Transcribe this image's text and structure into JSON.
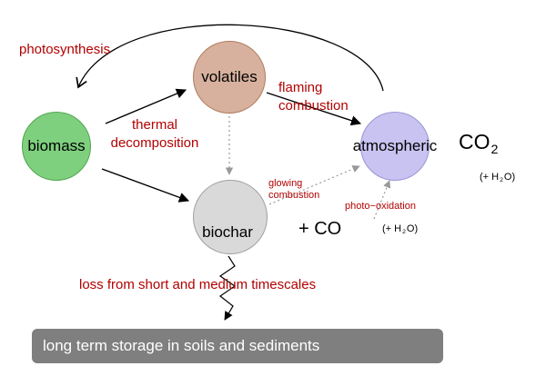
{
  "nodes": {
    "biomass": {
      "label": "biomass",
      "color": "#7ed07e"
    },
    "volatiles": {
      "label": "volatiles",
      "color": "#d7b19d"
    },
    "atmospheric": {
      "label": "atmospheric",
      "color": "#c8c3f0"
    },
    "biochar": {
      "label": "biochar",
      "color": "#d9d9d9"
    }
  },
  "formulas": {
    "co2": {
      "main": "CO",
      "sub": "2"
    },
    "h2o_atm": {
      "pre": "(+ H",
      "sub": "2",
      "post": "O)"
    },
    "plus_co": {
      "main": "+  CO"
    },
    "h2o_biochar": {
      "pre": "(+ H",
      "sub": "2",
      "post": "O)"
    }
  },
  "process_labels": {
    "photosynthesis": "photosynthesis",
    "thermal_line1": "thermal",
    "thermal_line2": "decomposition",
    "flaming_line1": "flaming",
    "flaming_line2": "combustion",
    "glowing_line1": "glowing",
    "glowing_line2": "combustion",
    "photo_oxidation": "photo−oxidation",
    "loss": "loss from short and medium timescales"
  },
  "storage": {
    "label": "long term storage in soils and sediments"
  },
  "colors": {
    "process_text": "#b30000",
    "arrow_solid": "#000000",
    "arrow_dotted": "#999999",
    "storage_bg": "#7f7f7f",
    "storage_text": "#ffffff"
  }
}
